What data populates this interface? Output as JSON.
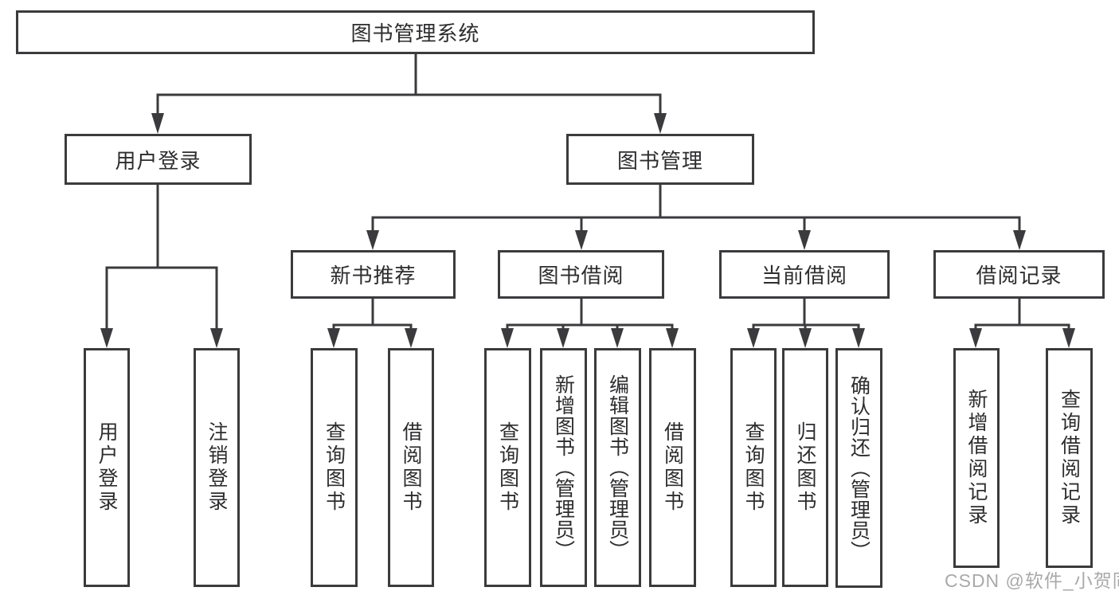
{
  "diagram": {
    "root": {
      "label": "图书管理系统"
    },
    "level2": [
      {
        "label": "用户登录"
      },
      {
        "label": "图书管理"
      }
    ],
    "level3": [
      {
        "label": "新书推荐"
      },
      {
        "label": "图书借阅"
      },
      {
        "label": "当前借阅"
      },
      {
        "label": "借阅记录"
      }
    ],
    "leaves": {
      "user_login": [
        {
          "label": "用户登录"
        },
        {
          "label": "注销登录"
        }
      ],
      "new_book": [
        {
          "label": "查询图书"
        },
        {
          "label": "借阅图书"
        }
      ],
      "book_borrow": [
        {
          "label": "查询图书"
        },
        {
          "label": "新增图书（管理员）"
        },
        {
          "label": "编辑图书（管理员）"
        },
        {
          "label": "借阅图书"
        }
      ],
      "current_borrow": [
        {
          "label": "查询图书"
        },
        {
          "label": "归还图书"
        },
        {
          "label": "确认归还（管理员）"
        }
      ],
      "borrow_records": [
        {
          "label": "新增借阅记录"
        },
        {
          "label": "查询借阅记录"
        }
      ]
    },
    "watermark": "CSDN @软件_小贺同学",
    "colors": {
      "line": "#3b3b3d",
      "text": "#2d2d2f",
      "watermark": "#a9a9a9",
      "background": "#ffffff"
    }
  }
}
